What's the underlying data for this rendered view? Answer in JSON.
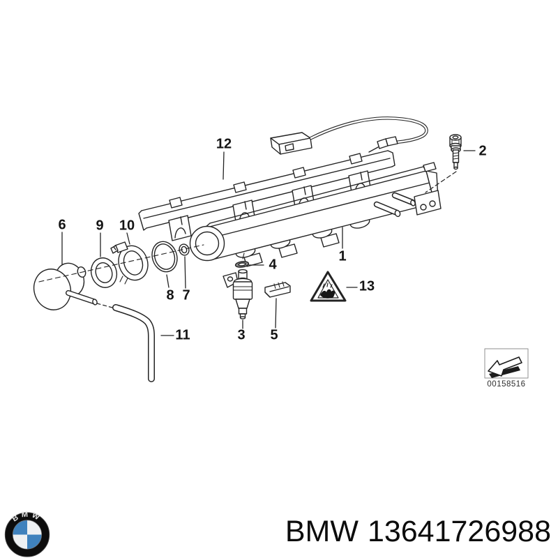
{
  "diagram": {
    "ink_color": "#232323",
    "callouts": [
      {
        "label": "1"
      },
      {
        "label": "2"
      },
      {
        "label": "3"
      },
      {
        "label": "4"
      },
      {
        "label": "5"
      },
      {
        "label": "6"
      },
      {
        "label": "7"
      },
      {
        "label": "8"
      },
      {
        "label": "9"
      },
      {
        "label": "10"
      },
      {
        "label": "11"
      },
      {
        "label": "12"
      },
      {
        "label": "13"
      }
    ],
    "stamp": {
      "number": "00158516"
    }
  },
  "footer": {
    "brand": "BMW",
    "part_number": "13641726988",
    "logo_colors": {
      "ring": "#0d0d0d",
      "blue": "#3f82bd",
      "white": "#eef1f3"
    }
  }
}
